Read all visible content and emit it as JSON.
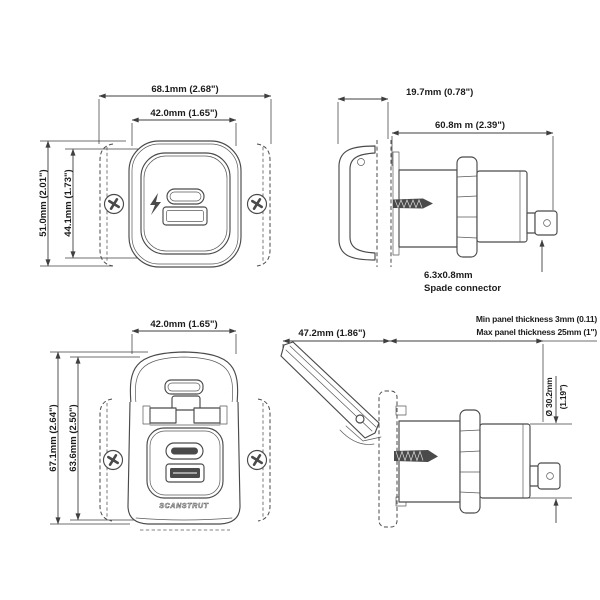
{
  "colors": {
    "background": "#ffffff",
    "ink": "#4a4a4a",
    "text": "#1c1c1c"
  },
  "views": {
    "front": {
      "label": "front-view-socket",
      "dim_width_outer": "68.1mm  (2.68\")",
      "dim_width_inner": "42.0mm  (1.65\")",
      "dim_height_outer": "51.0mm  (2.01\")",
      "dim_height_inner": "44.1mm  (1.73\")"
    },
    "side": {
      "label": "side-view-socket",
      "dim_flange_depth": "19.7mm  (0.78\")",
      "dim_body_length": "60.8m m  (2.39\")",
      "spade_note_line1": "6.3x0.8mm",
      "spade_note_line2": "Spade connector"
    },
    "front_cover": {
      "label": "front-view-with-cover",
      "dim_width": "42.0mm  (1.65\")",
      "dim_height_outer": "67.1mm  (2.64\")",
      "dim_height_inner": "63.6mm  (2.50\")",
      "logo": "SCANSTRUT"
    },
    "side_open": {
      "label": "side-view-cover-open",
      "dim_depth": "47.2mm  (1.86\")",
      "note_min_panel": "Min panel thickness 3mm (0.11)",
      "note_max_panel": "Max panel thickness 25mm (1\")",
      "dim_diameter_line1": "Ø 30.2mm",
      "dim_diameter_line2": "(1.19\")"
    }
  }
}
